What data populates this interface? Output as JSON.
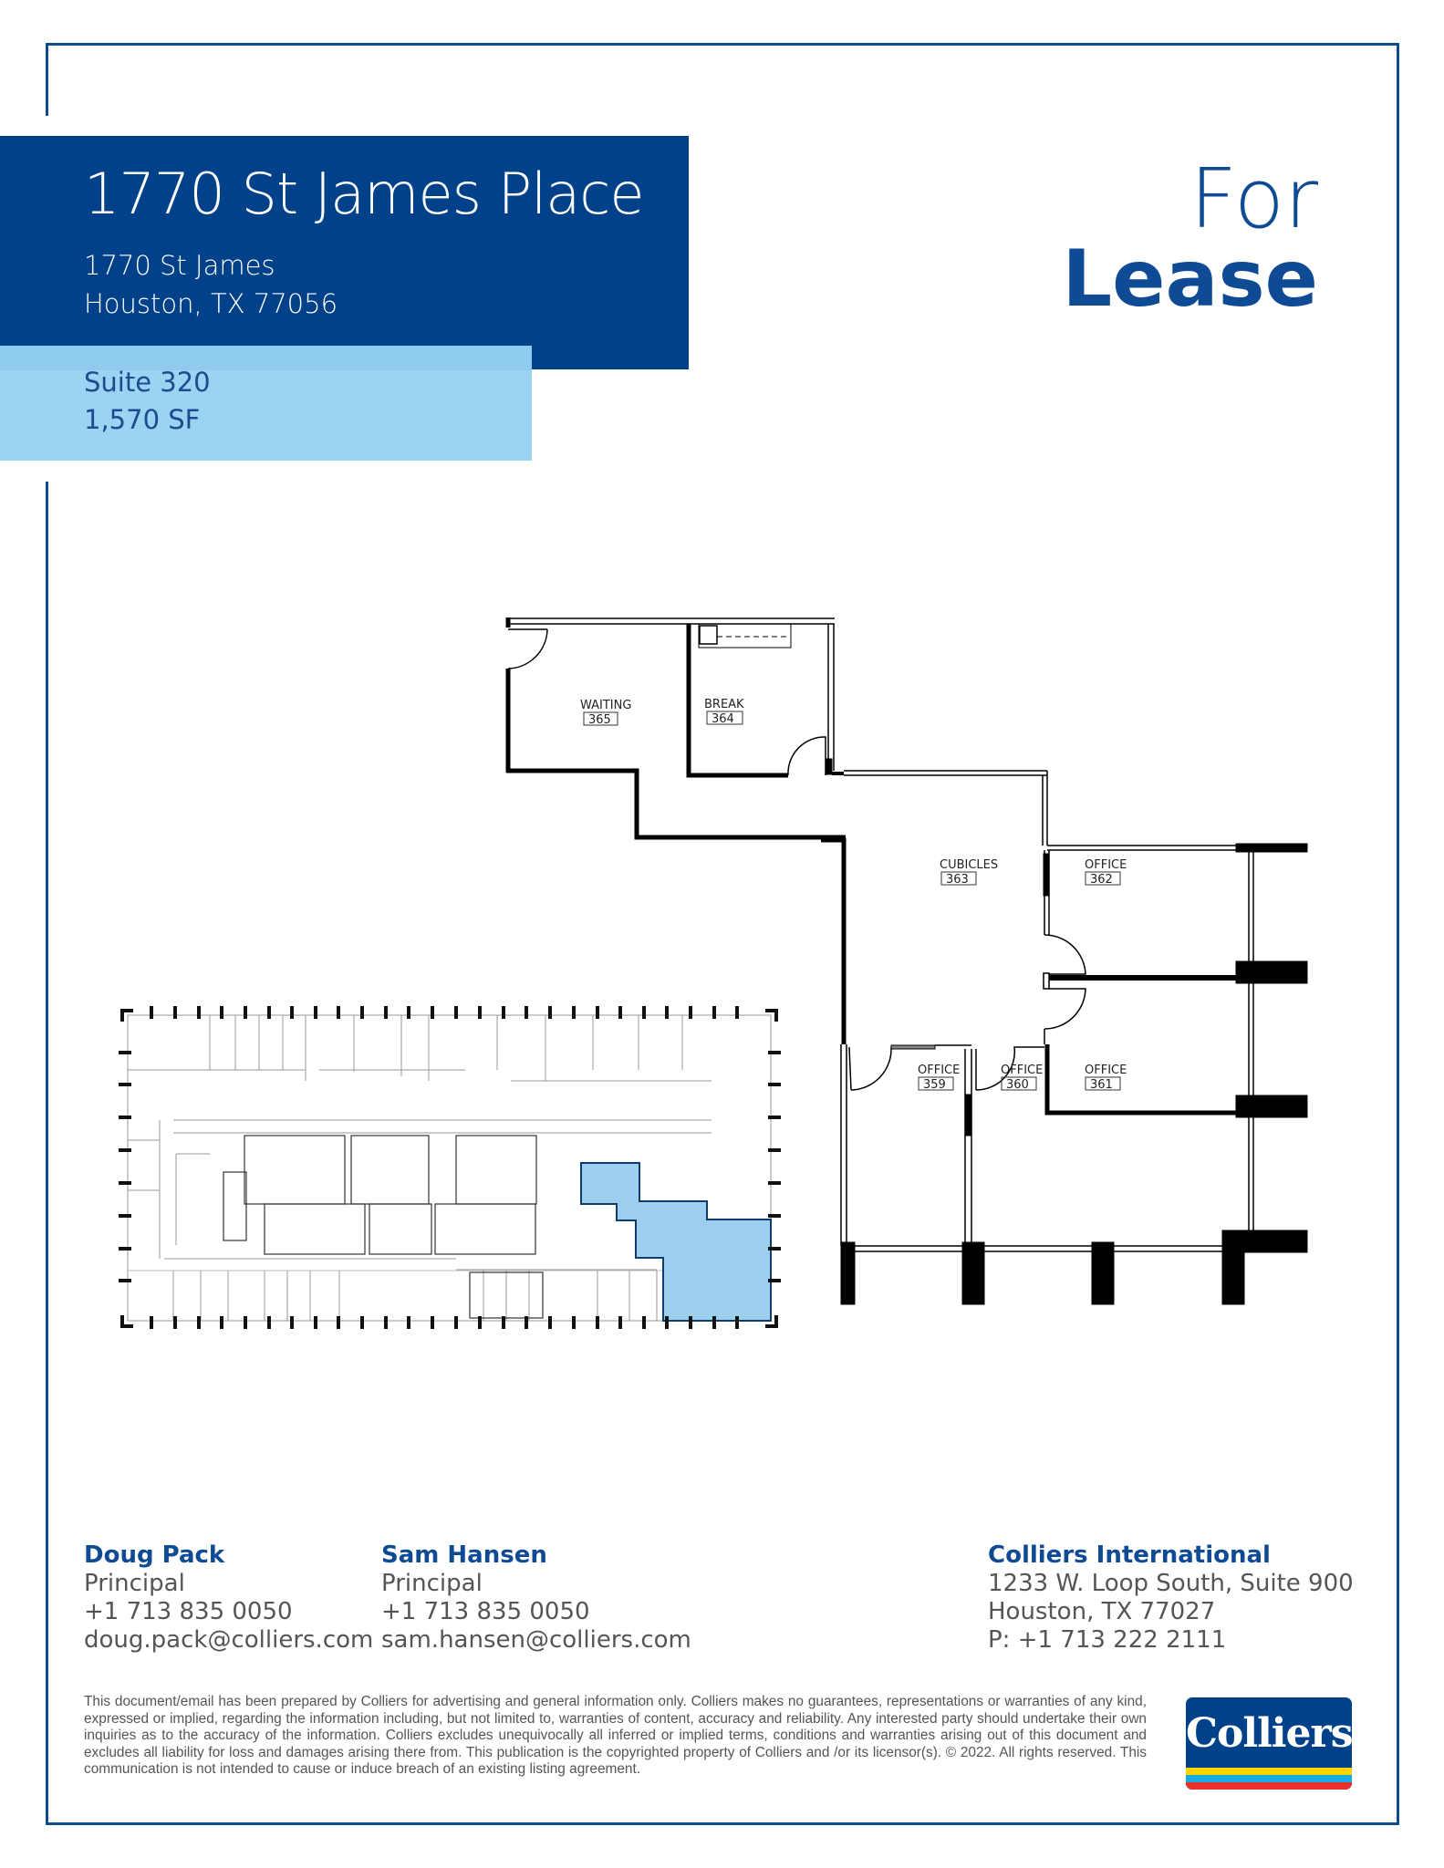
{
  "header": {
    "title": "1770 St James Place",
    "address_line1": "1770 St James",
    "address_line2": "Houston, TX 77056",
    "suite": "Suite 320",
    "area": "1,570 SF",
    "for": "For",
    "lease": "Lease"
  },
  "colors": {
    "brand_dark_blue": "#004189",
    "light_blue": "#9bd3f3",
    "highlight_suite": "#9ccfee",
    "border": "#0f4a94"
  },
  "floor_plan": {
    "rooms": [
      {
        "name": "WAITING",
        "number": "365"
      },
      {
        "name": "BREAK",
        "number": "364"
      },
      {
        "name": "CUBICLES",
        "number": "363"
      },
      {
        "name": "OFFICE",
        "number": "362"
      },
      {
        "name": "OFFICE",
        "number": "361"
      },
      {
        "name": "OFFICE",
        "number": "359"
      },
      {
        "name": "OFFICE",
        "number": "360"
      }
    ]
  },
  "contacts": [
    {
      "name": "Doug Pack",
      "title": "Principal",
      "phone": "+1 713 835 0050",
      "email": "doug.pack@colliers.com"
    },
    {
      "name": "Sam Hansen",
      "title": "Principal",
      "phone": "+1 713 835 0050",
      "email": "sam.hansen@colliers.com"
    }
  ],
  "office": {
    "name": "Colliers International",
    "address1": "1233 W. Loop South, Suite 900",
    "address2": "Houston, TX 77027",
    "phone": "P: +1 713 222 2111"
  },
  "disclaimer": "This document/email has been prepared by Colliers for advertising and general information only. Colliers makes no guarantees, representations or warranties of any kind, expressed or implied, regarding the information including, but not limited to, warranties of content, accuracy and reliability. Any interested party should undertake their own inquiries as to the accuracy of the information. Colliers excludes unequivocally all inferred or implied terms, conditions and warranties arising out of this document and excludes all liability for loss and damages arising there from. This publication is the copyrighted property of Colliers and /or its licensor(s). © 2022. All rights reserved. This communication is not intended to cause or induce breach of an existing listing agreement.",
  "logo": {
    "text": "Colliers"
  }
}
